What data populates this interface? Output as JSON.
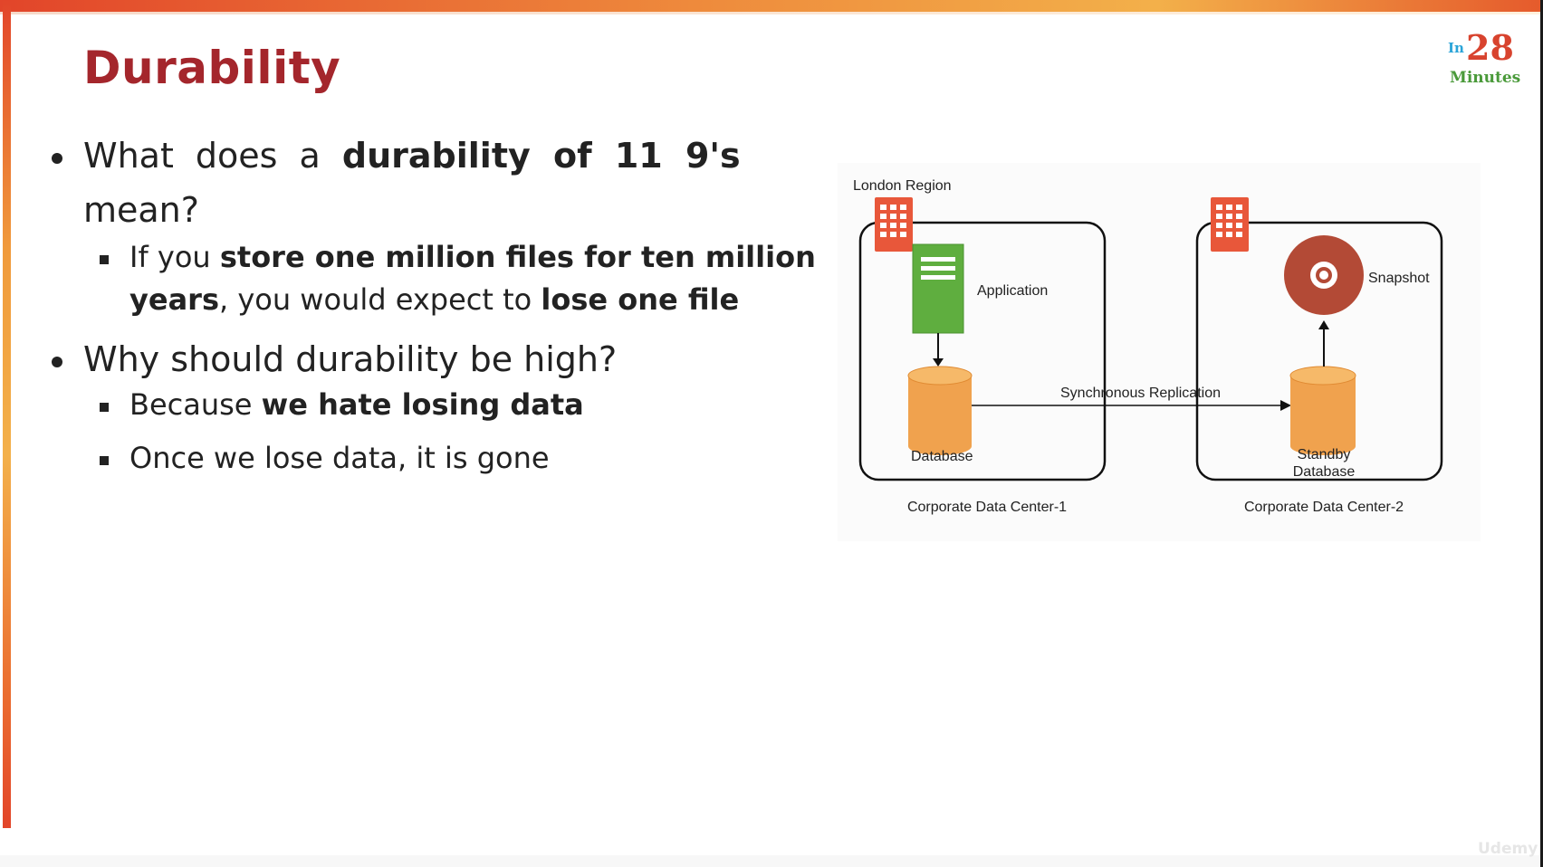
{
  "slide": {
    "title": "Durability",
    "logo": {
      "prefix": "In",
      "number": "28",
      "suffix": "Minutes"
    },
    "bullets": [
      {
        "line1_parts": [
          "What does a ",
          "durability of 11 9's"
        ],
        "line2": "mean?",
        "sub": [
          {
            "line1_parts": [
              "If you ",
              "store one million files for ten million"
            ],
            "line2_parts": [
              "years",
              ", you would expect to ",
              "lose one file"
            ]
          }
        ]
      },
      {
        "text": "Why should durability be high?",
        "sub": [
          {
            "parts": [
              "Because ",
              "we hate losing data"
            ]
          },
          {
            "text": "Once we lose data, it is gone"
          }
        ]
      }
    ]
  },
  "diagram": {
    "region_label": "London Region",
    "dc1": {
      "label": "Corporate Data Center-1",
      "app_label": "Application",
      "db_label": "Database"
    },
    "dc2": {
      "label": "Corporate Data Center-2",
      "snapshot_label": "Snapshot",
      "standby_label_line1": "Standby",
      "standby_label_line2": "Database"
    },
    "replication_label": "Synchronous Replication",
    "colors": {
      "building": "#e8573a",
      "application": "#5fae3f",
      "database": "#f0a24e",
      "snapshot": "#b34a36"
    },
    "icons": [
      "building-icon",
      "server-icon",
      "database-icon",
      "disk-icon"
    ]
  },
  "watermark": "Udemy"
}
